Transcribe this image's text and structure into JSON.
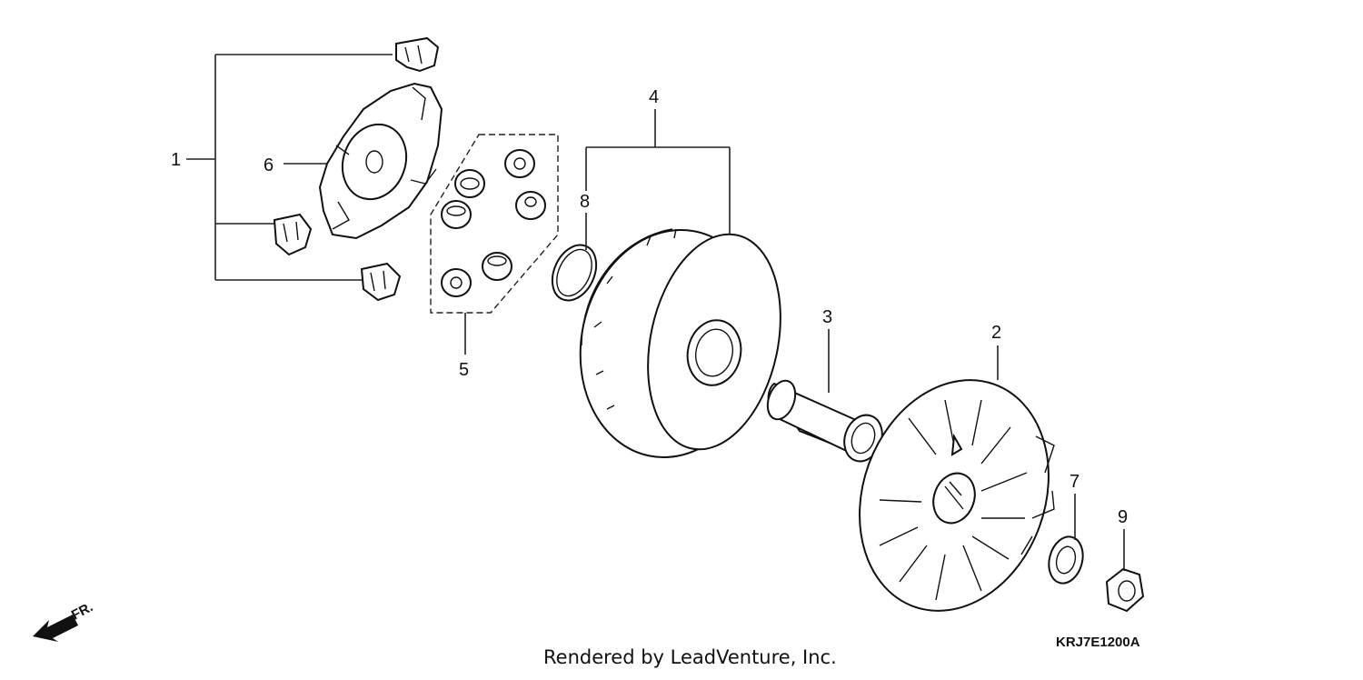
{
  "callouts": [
    "1",
    "2",
    "3",
    "4",
    "5",
    "6",
    "7",
    "8",
    "9"
  ],
  "direction_label": "FR.",
  "diagram_code": "KRJ7E1200A",
  "credit": "Rendered by LeadVenture, Inc."
}
